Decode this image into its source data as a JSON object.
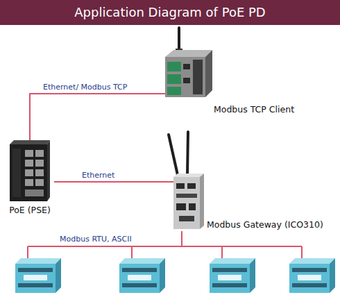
{
  "diagram": {
    "title": "Application Diagram of PoE PD",
    "nodes": [
      {
        "text": [
          "Modbus TCP Client"
        ]
      },
      {
        "text": [
          "PoE (PSE)"
        ]
      },
      {
        "text": [
          "Modbus Gateway (ICO310)"
        ]
      }
    ],
    "edges": [
      {
        "from": 1,
        "to": 0,
        "arrow": "none",
        "label": "Ethernet/ Modbus TCP"
      },
      {
        "from": 1,
        "to": 2,
        "arrow": "none",
        "label": "Ethernet"
      }
    ],
    "labels": [
      "Modbus RTU, ASCII"
    ]
  }
}
